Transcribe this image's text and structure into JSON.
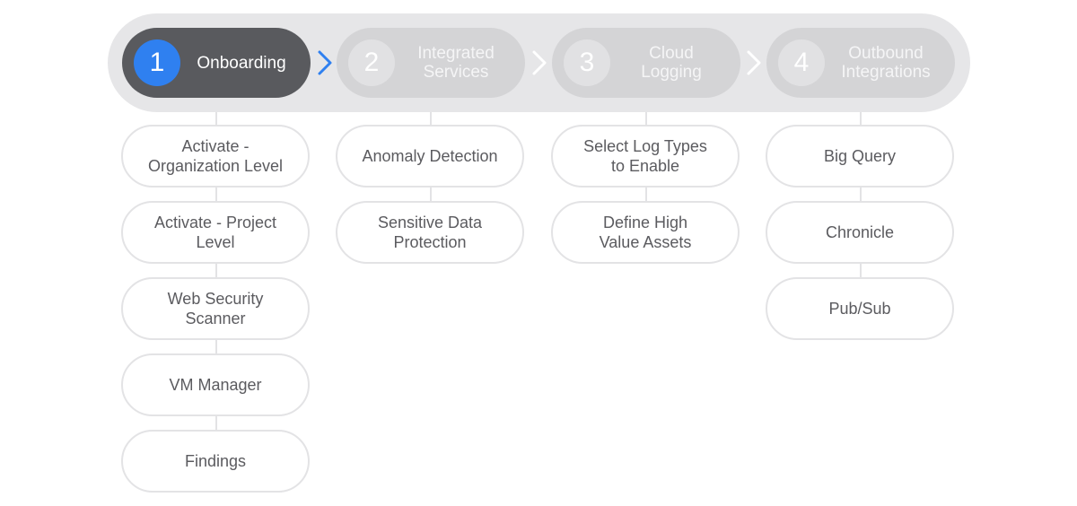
{
  "steps": [
    {
      "number": "1",
      "label": "Onboarding",
      "active": true
    },
    {
      "number": "2",
      "label": "Integrated\nServices",
      "active": false
    },
    {
      "number": "3",
      "label": "Cloud\nLogging",
      "active": false
    },
    {
      "number": "4",
      "label": "Outbound\nIntegrations",
      "active": false
    }
  ],
  "columns": [
    {
      "items": [
        "Activate -\nOrganization Level",
        "Activate - Project\nLevel",
        "Web Security\nScanner",
        "VM Manager",
        "Findings"
      ]
    },
    {
      "items": [
        "Anomaly Detection",
        "Sensitive Data\nProtection"
      ]
    },
    {
      "items": [
        "Select Log Types\nto Enable",
        "Define High\nValue Assets"
      ]
    },
    {
      "items": [
        "Big Query",
        "Chronicle",
        "Pub/Sub"
      ]
    }
  ],
  "colors": {
    "accent": "#2f80f0",
    "active_step": "#595a5e",
    "inactive_step": "#d4d4d6",
    "band": "#e6e6e8",
    "chevron_active": "#2f80f0",
    "chevron_inactive": "#ffffff"
  },
  "icons": {
    "chevron": "chevron-right-icon"
  }
}
